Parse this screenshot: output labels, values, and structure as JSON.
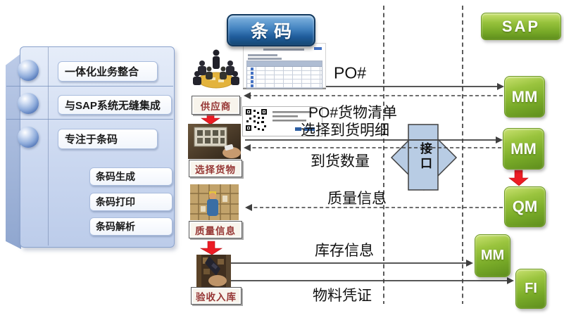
{
  "columns": {
    "barcode_title": "条码",
    "sap_title": "SAP"
  },
  "left_panel": {
    "items": [
      {
        "label": "一体化业务整合"
      },
      {
        "label": "与SAP系统无缝集成"
      },
      {
        "label": "专注于条码"
      }
    ],
    "sub_items": [
      {
        "label": "条码生成"
      },
      {
        "label": "条码打印"
      },
      {
        "label": "条码解析"
      }
    ]
  },
  "steps": [
    {
      "label": "供应商",
      "image": "supplier-meeting-clipart"
    },
    {
      "label": "选择货物",
      "image": "warehouse-notice-board-photo"
    },
    {
      "label": "质量信息",
      "image": "warehouse-worker-photo"
    },
    {
      "label": "验收入库",
      "image": "barcode-scanner-photo"
    }
  ],
  "artifacts": {
    "po_document": "po-table-screenshot",
    "qr_label": "qr-code-shipping-label"
  },
  "flows": [
    {
      "label": "PO#",
      "style": "solid",
      "direction": "right"
    },
    {
      "label": "PO#货物清单",
      "style": "dashed",
      "direction": "left"
    },
    {
      "label": "选择到货明细",
      "style": "solid",
      "direction": "right"
    },
    {
      "label": "到货数量",
      "style": "dashed",
      "direction": "left"
    },
    {
      "label": "质量信息",
      "style": "dashed",
      "direction": "left"
    },
    {
      "label": "库存信息",
      "style": "solid",
      "direction": "right"
    },
    {
      "label": "物料凭证",
      "style": "solid",
      "direction": "right"
    }
  ],
  "interface_node": {
    "label": "接口"
  },
  "sap_modules": [
    {
      "label": "MM"
    },
    {
      "label": "MM"
    },
    {
      "label": "QM"
    },
    {
      "label": "MM"
    },
    {
      "label": "FI"
    }
  ],
  "colors": {
    "barcode_button_blue": "#1F5C9B",
    "sap_green": "#78AA28",
    "step_label_text_red": "#963634",
    "interface_fill_blue": "#B8CCE4",
    "red_arrow": "#EC1C24",
    "line_dark": "#3F3F3F"
  }
}
